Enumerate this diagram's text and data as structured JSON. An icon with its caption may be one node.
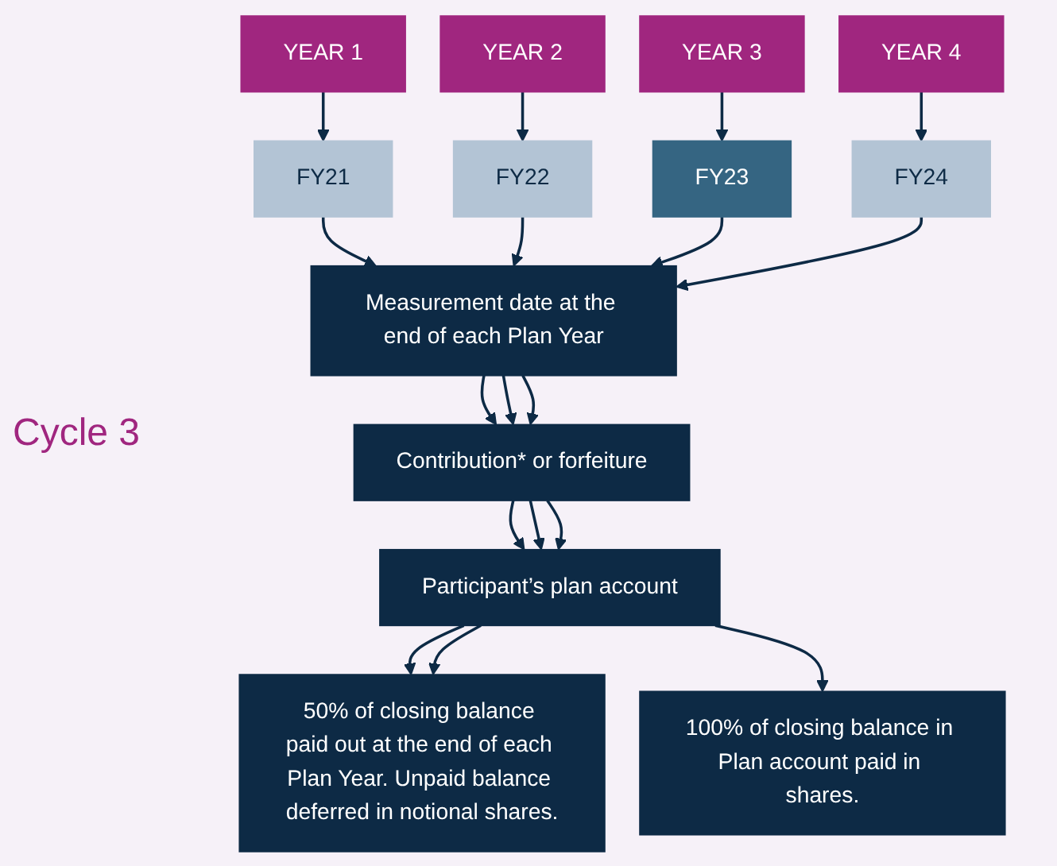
{
  "diagram": {
    "nodes": [
      {
        "text": [
          "YEAR 1"
        ]
      },
      {
        "text": [
          "YEAR 2"
        ]
      },
      {
        "text": [
          "YEAR 3"
        ]
      },
      {
        "text": [
          "YEAR 4"
        ]
      },
      {
        "text": [
          "FY21"
        ]
      },
      {
        "text": [
          "FY22"
        ]
      },
      {
        "text": [
          "FY23"
        ]
      },
      {
        "text": [
          "FY24"
        ]
      },
      {
        "text": [
          "Measurement date at the end of each Plan Year"
        ]
      },
      {
        "text": [
          "Contribution* or forfeiture"
        ]
      },
      {
        "text": [
          "Participant’s plan account"
        ]
      },
      {
        "text": [
          "50% of closing balance paid out at the end of each Plan Year. Unpaid balance deferred in notional shares."
        ]
      },
      {
        "text": [
          "100% of closing balance in Plan account paid in shares."
        ]
      }
    ],
    "edges": [
      {
        "from": 0,
        "to": 4,
        "arrow": "to"
      },
      {
        "from": 1,
        "to": 5,
        "arrow": "to"
      },
      {
        "from": 2,
        "to": 6,
        "arrow": "to"
      },
      {
        "from": 3,
        "to": 7,
        "arrow": "to"
      },
      {
        "from": 4,
        "to": 8,
        "arrow": "to"
      },
      {
        "from": 5,
        "to": 8,
        "arrow": "to"
      },
      {
        "from": 6,
        "to": 8,
        "arrow": "to"
      },
      {
        "from": 7,
        "to": 8,
        "arrow": "to"
      },
      {
        "from": 8,
        "to": 9,
        "arrow": "to"
      },
      {
        "from": 8,
        "to": 9,
        "arrow": "to"
      },
      {
        "from": 8,
        "to": 9,
        "arrow": "to"
      },
      {
        "from": 9,
        "to": 10,
        "arrow": "to"
      },
      {
        "from": 9,
        "to": 10,
        "arrow": "to"
      },
      {
        "from": 9,
        "to": 10,
        "arrow": "to"
      },
      {
        "from": 10,
        "to": 11,
        "arrow": "to"
      },
      {
        "from": 10,
        "to": 11,
        "arrow": "to"
      },
      {
        "from": 10,
        "to": 12,
        "arrow": "to"
      }
    ],
    "labels": [
      "Cycle 3"
    ]
  }
}
